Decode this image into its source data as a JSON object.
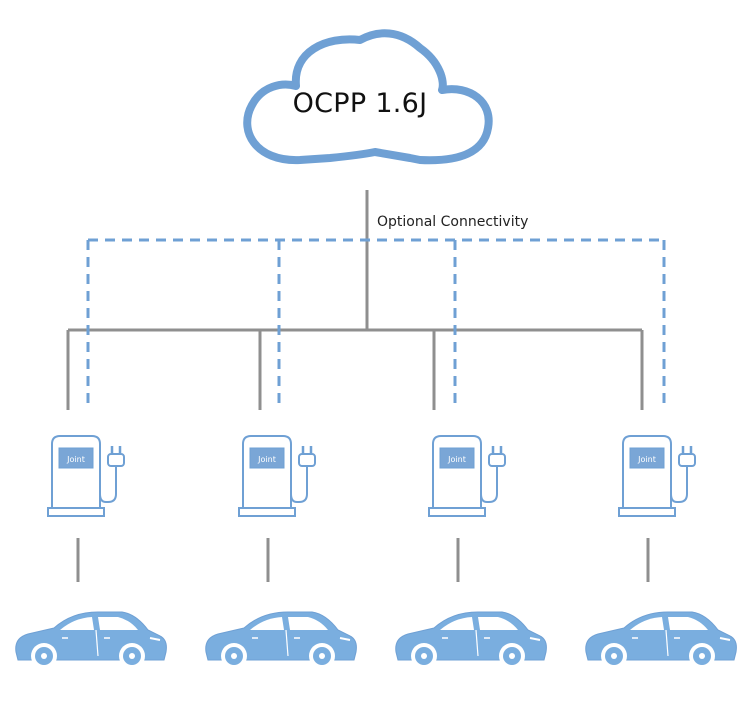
{
  "cloud": {
    "label": "OCPP 1.6J"
  },
  "connectivity": {
    "optional_label": "Optional Connectivity"
  },
  "charger": {
    "brand": "Joint"
  },
  "stations": [
    {
      "brand": "Joint"
    },
    {
      "brand": "Joint"
    },
    {
      "brand": "Joint"
    },
    {
      "brand": "Joint"
    }
  ],
  "colors": {
    "blue": "#6fa0d4",
    "grey": "#8f8f8f",
    "car": "#7aaedf",
    "brand_bg": "#7aa6d6"
  },
  "icons": {
    "cloud": "cloud-icon",
    "charger": "charging-station-icon",
    "car": "car-icon"
  }
}
